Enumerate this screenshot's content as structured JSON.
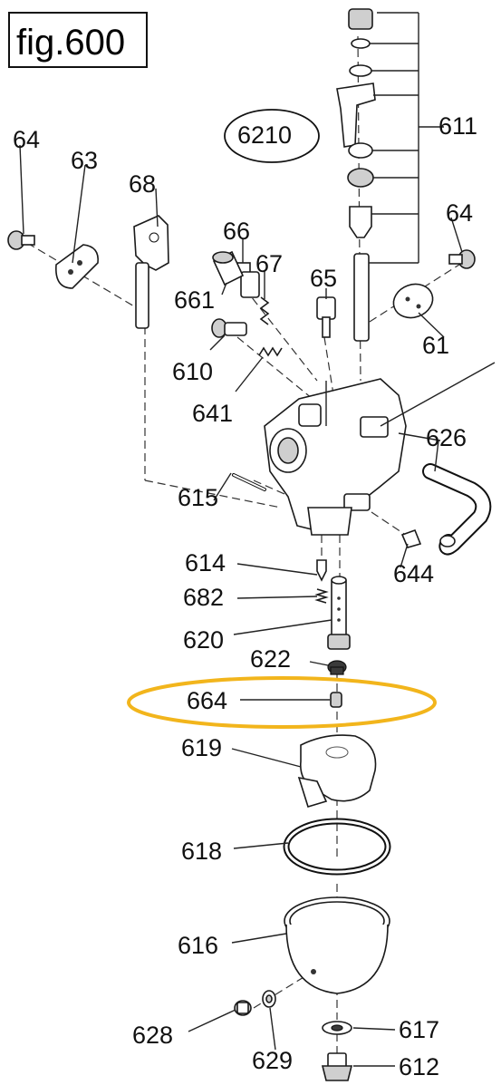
{
  "figure_label": "fig.600",
  "kit_label": "6210",
  "highlight_color": "#f2b51c",
  "parts": {
    "p64a": "64",
    "p63": "63",
    "p68": "68",
    "p66": "66",
    "p67": "67",
    "p661": "661",
    "p65": "65",
    "p64b": "64",
    "p611": "611",
    "p61": "61",
    "p610": "610",
    "p641": "641",
    "p626": "626",
    "p615": "615",
    "p614": "614",
    "p682": "682",
    "p644": "644",
    "p620": "620",
    "p622": "622",
    "p664": "664",
    "p619": "619",
    "p618": "618",
    "p616": "616",
    "p617": "617",
    "p628": "628",
    "p629": "629",
    "p612": "612"
  }
}
